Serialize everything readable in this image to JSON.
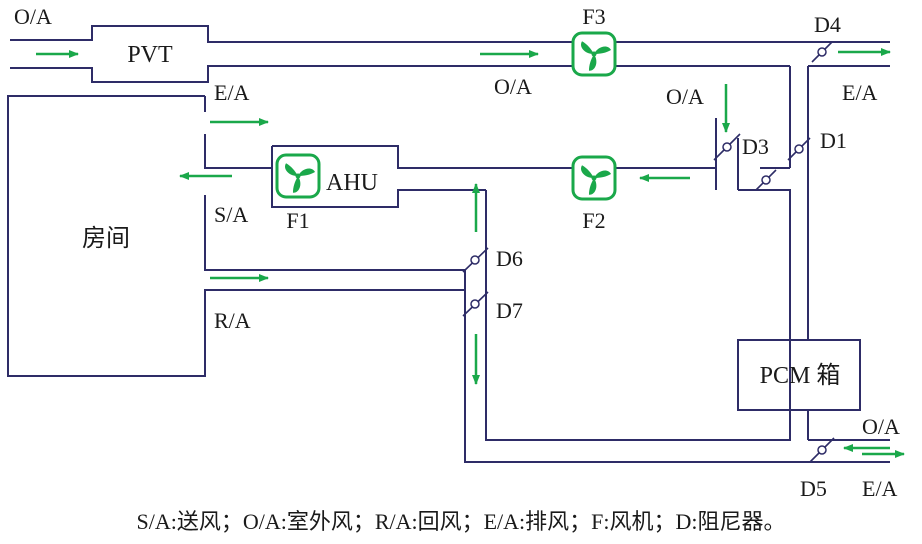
{
  "colors": {
    "duct": "#2e2c67",
    "arrow": "#1aa84a",
    "fan_ring": "#1aa84a",
    "fan_blade": "#1aa84a"
  },
  "components": {
    "pvt": "PVT",
    "ahu": "AHU",
    "room": "房间",
    "pcm_box": "PCM 箱"
  },
  "fans": {
    "f1": "F1",
    "f2": "F2",
    "f3": "F3"
  },
  "dampers": {
    "d1": "D1",
    "d3": "D3",
    "d4": "D4",
    "d5": "D5",
    "d6": "D6",
    "d7": "D7"
  },
  "flow_labels": {
    "oa_inlet": "O/A",
    "oa_mid": "O/A",
    "oa_d3": "O/A",
    "oa_d5": "O/A",
    "ea_room": "E/A",
    "ea_top": "E/A",
    "ea_d5": "E/A",
    "sa": "S/A",
    "ra": "R/A"
  },
  "legend": "S/A:送风；O/A:室外风；R/A:回风；E/A:排风；F:风机；D:阻尼器。"
}
